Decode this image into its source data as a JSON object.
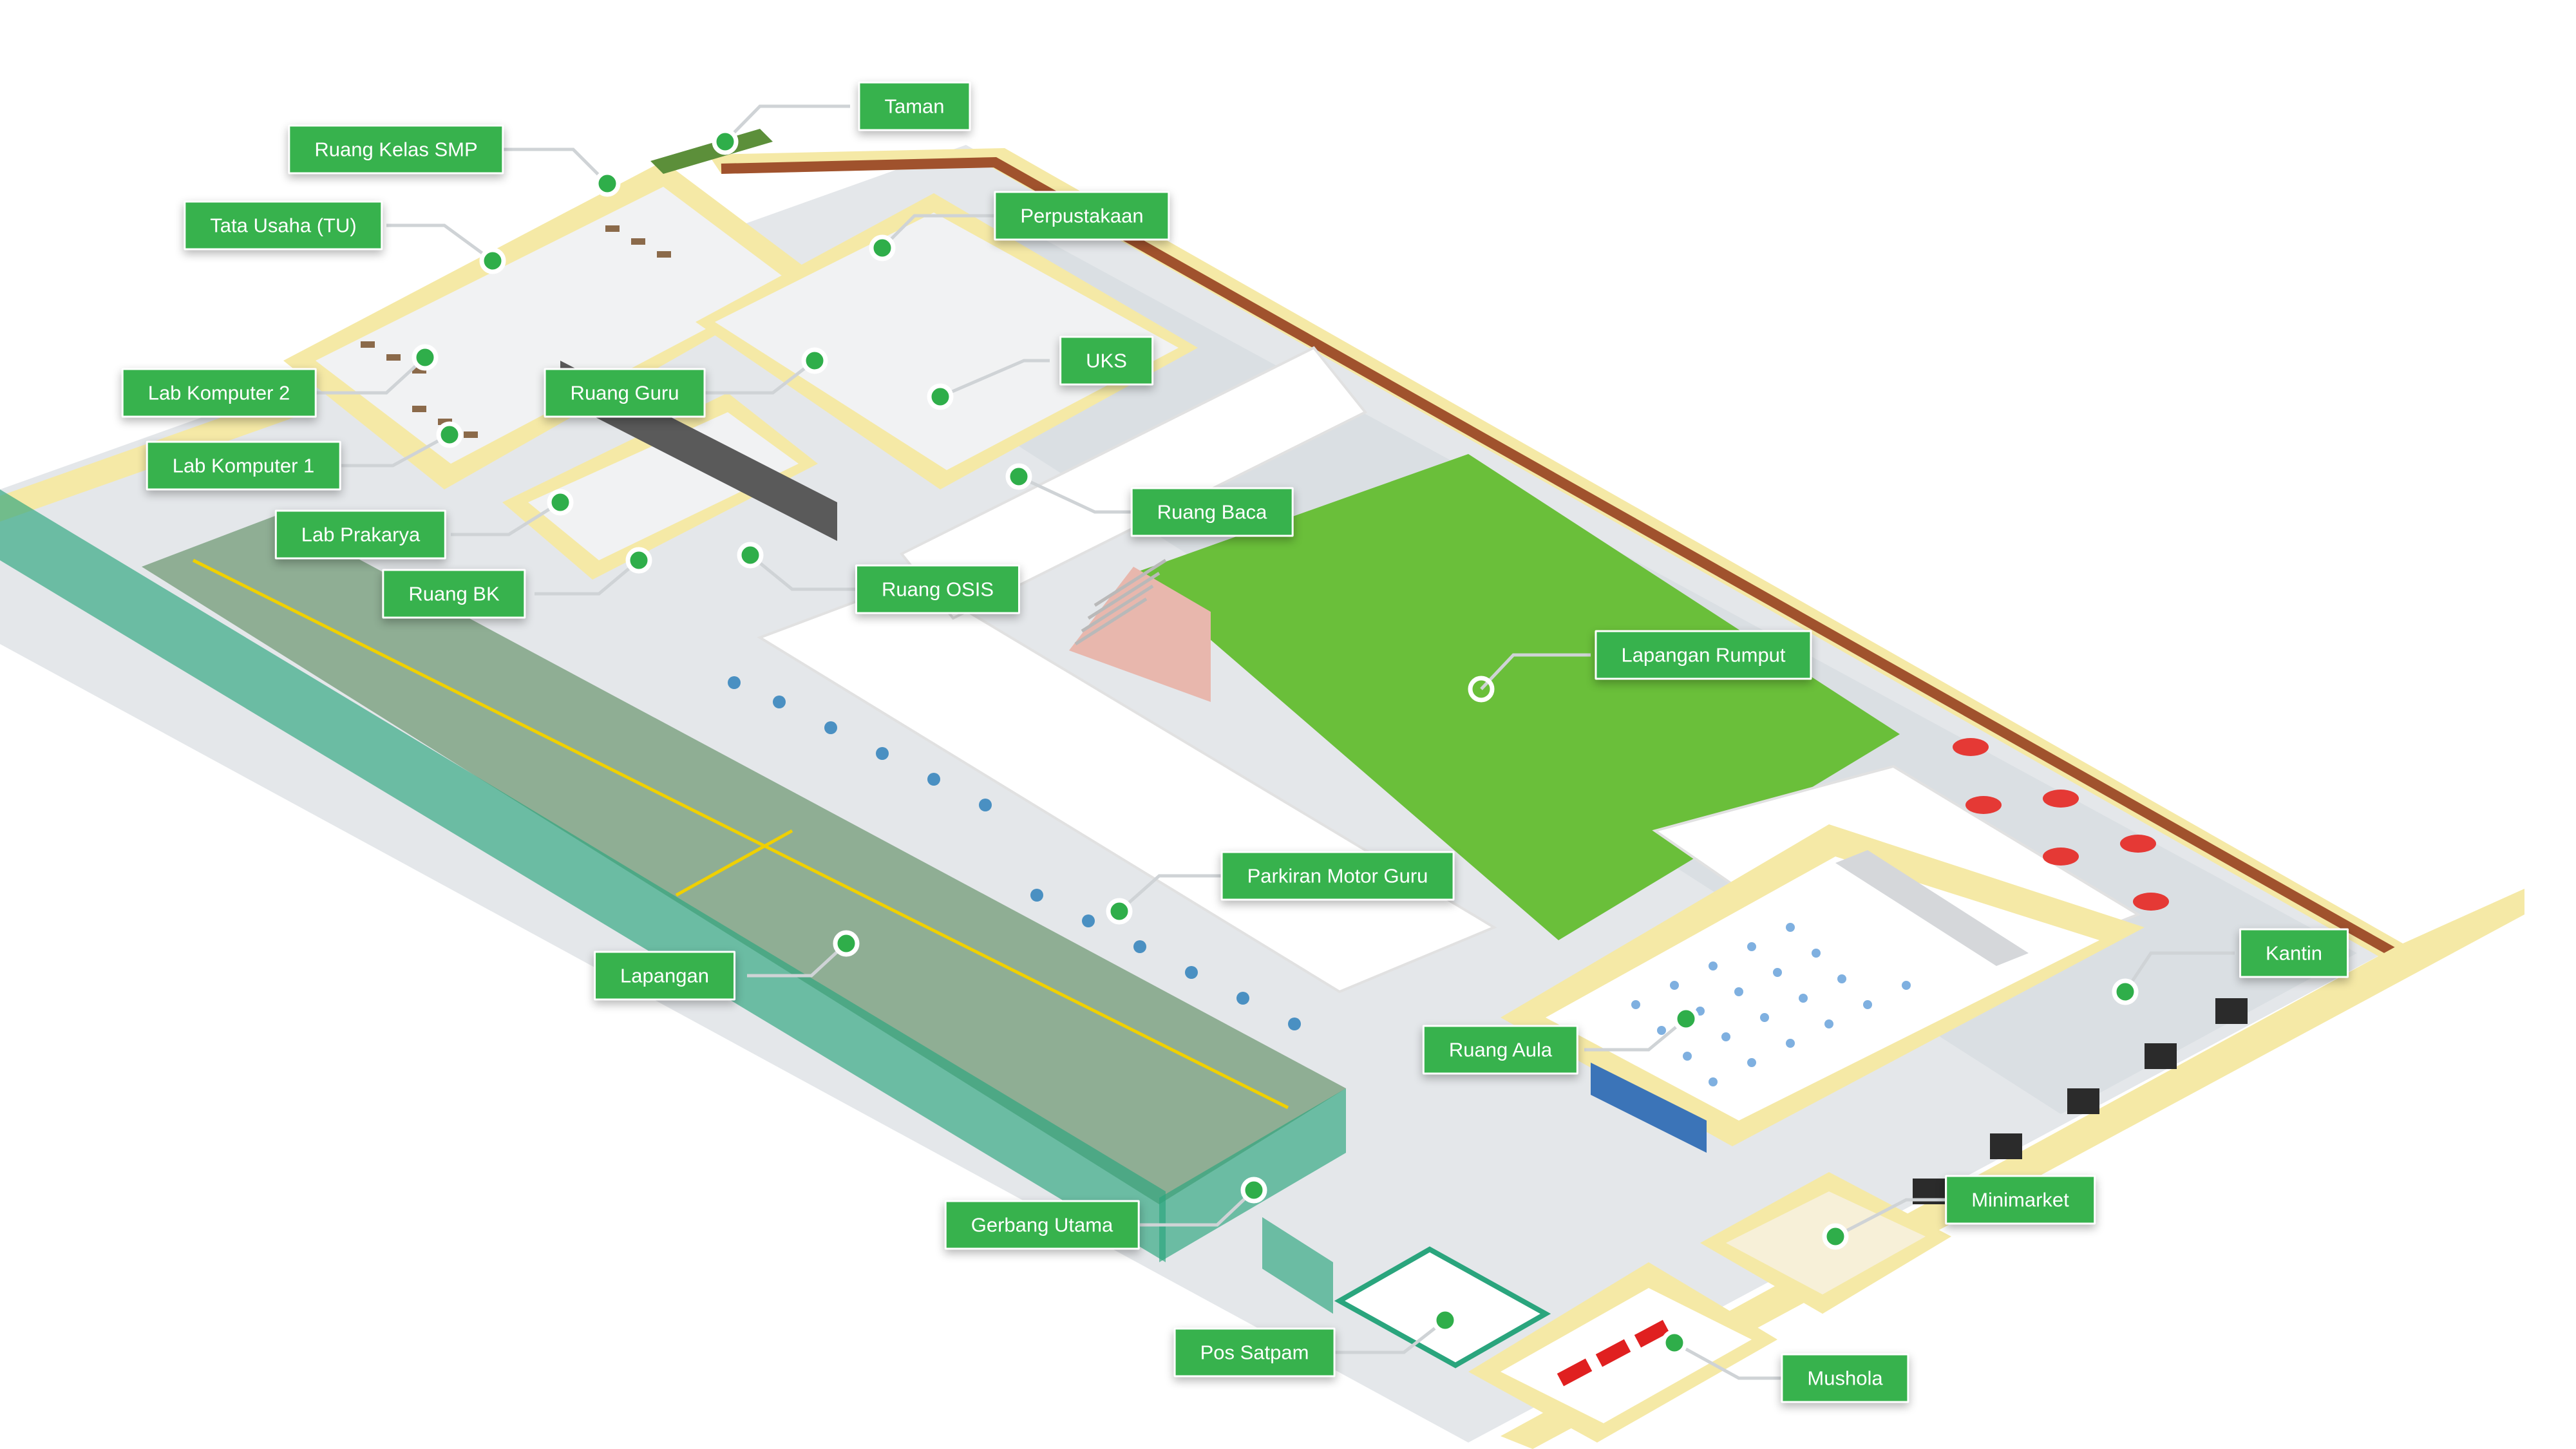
{
  "colors": {
    "accent": "#37b24d",
    "marker": "#2fae4a",
    "wall": "#f5e9a6",
    "wall_trim": "#a0522d",
    "floor": "#dfe3e6",
    "grass": "#6abf3a",
    "court": "#8fae94",
    "fence": "#2aa57d",
    "connector": "#cfd3d6"
  },
  "labels": [
    {
      "id": "taman",
      "text": "Taman"
    },
    {
      "id": "ruang-kelas-smp",
      "text": "Ruang Kelas SMP"
    },
    {
      "id": "tata-usaha",
      "text": "Tata Usaha (TU)"
    },
    {
      "id": "perpustakaan",
      "text": "Perpustakaan"
    },
    {
      "id": "uks",
      "text": "UKS"
    },
    {
      "id": "lab-komputer-2",
      "text": "Lab Komputer 2"
    },
    {
      "id": "ruang-guru",
      "text": "Ruang Guru"
    },
    {
      "id": "lab-komputer-1",
      "text": "Lab Komputer 1"
    },
    {
      "id": "ruang-baca",
      "text": "Ruang Baca"
    },
    {
      "id": "lab-prakarya",
      "text": "Lab Prakarya"
    },
    {
      "id": "ruang-bk",
      "text": "Ruang BK"
    },
    {
      "id": "ruang-osis",
      "text": "Ruang OSIS"
    },
    {
      "id": "lapangan-rumput",
      "text": "Lapangan Rumput"
    },
    {
      "id": "parkiran-motor-guru",
      "text": "Parkiran Motor Guru"
    },
    {
      "id": "lapangan",
      "text": "Lapangan"
    },
    {
      "id": "kantin",
      "text": "Kantin"
    },
    {
      "id": "ruang-aula",
      "text": "Ruang Aula"
    },
    {
      "id": "minimarket",
      "text": "Minimarket"
    },
    {
      "id": "gerbang-utama",
      "text": "Gerbang Utama"
    },
    {
      "id": "pos-satpam",
      "text": "Pos Satpam"
    },
    {
      "id": "mushola",
      "text": "Mushola"
    }
  ]
}
